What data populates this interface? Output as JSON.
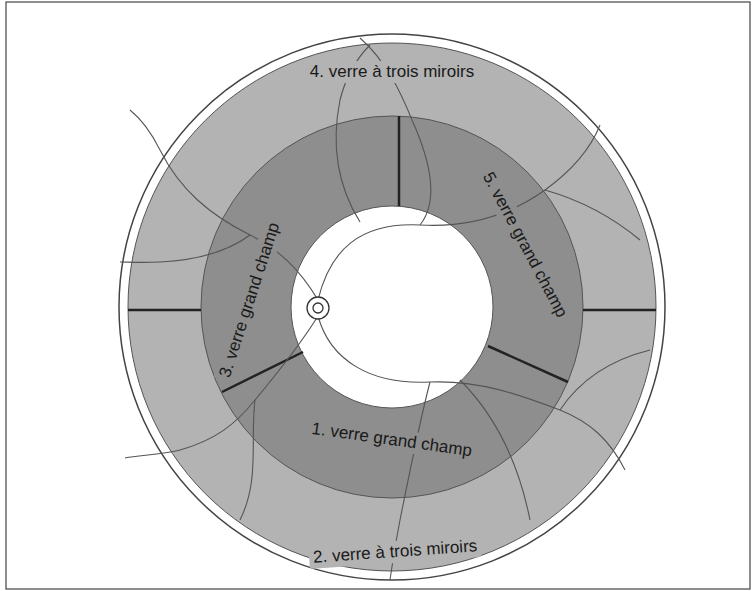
{
  "diagram": {
    "nodes": [
      {
        "text": [
          "4. verre à trois miroirs"
        ]
      },
      {
        "text": [
          "3. verre grand champ"
        ]
      },
      {
        "text": [
          "5. verre grand champ"
        ]
      },
      {
        "text": [
          "1. verre grand champ"
        ]
      },
      {
        "text": [
          "2. verre à trois miroirs"
        ]
      }
    ]
  }
}
